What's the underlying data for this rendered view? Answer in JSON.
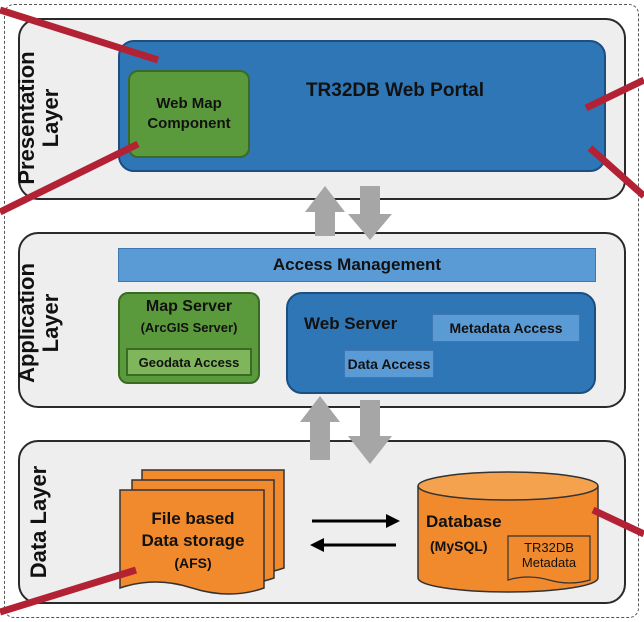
{
  "layers": {
    "presentation": {
      "label_line1": "Presentation",
      "label_line2": "Layer",
      "portal_title": "TR32DB Web Portal",
      "web_map_line1": "Web Map",
      "web_map_line2": "Component"
    },
    "application": {
      "label_line1": "Application",
      "label_line2": "Layer",
      "access_management": "Access Management",
      "map_server_title": "Map Server",
      "map_server_sub": "(ArcGIS Server)",
      "geodata_access": "Geodata Access",
      "web_server_title": "Web Server",
      "metadata_access": "Metadata Access",
      "data_access": "Data Access"
    },
    "data": {
      "label": "Data Layer",
      "file_storage_line1": "File based",
      "file_storage_line2": "Data storage",
      "file_storage_line3": "(AFS)",
      "database_title": "Database",
      "database_sub": "(MySQL)",
      "metadata_line1": "TR32DB",
      "metadata_line2": "Metadata"
    }
  },
  "colors": {
    "layer_bg": "#eeeeee",
    "portal_blue": "#2f76b6",
    "light_blue": "#5b9bd5",
    "green": "#5b9a3c",
    "orange": "#f08a2c",
    "callout_red": "#b22234",
    "arrow_gray": "#a6a6a6"
  }
}
